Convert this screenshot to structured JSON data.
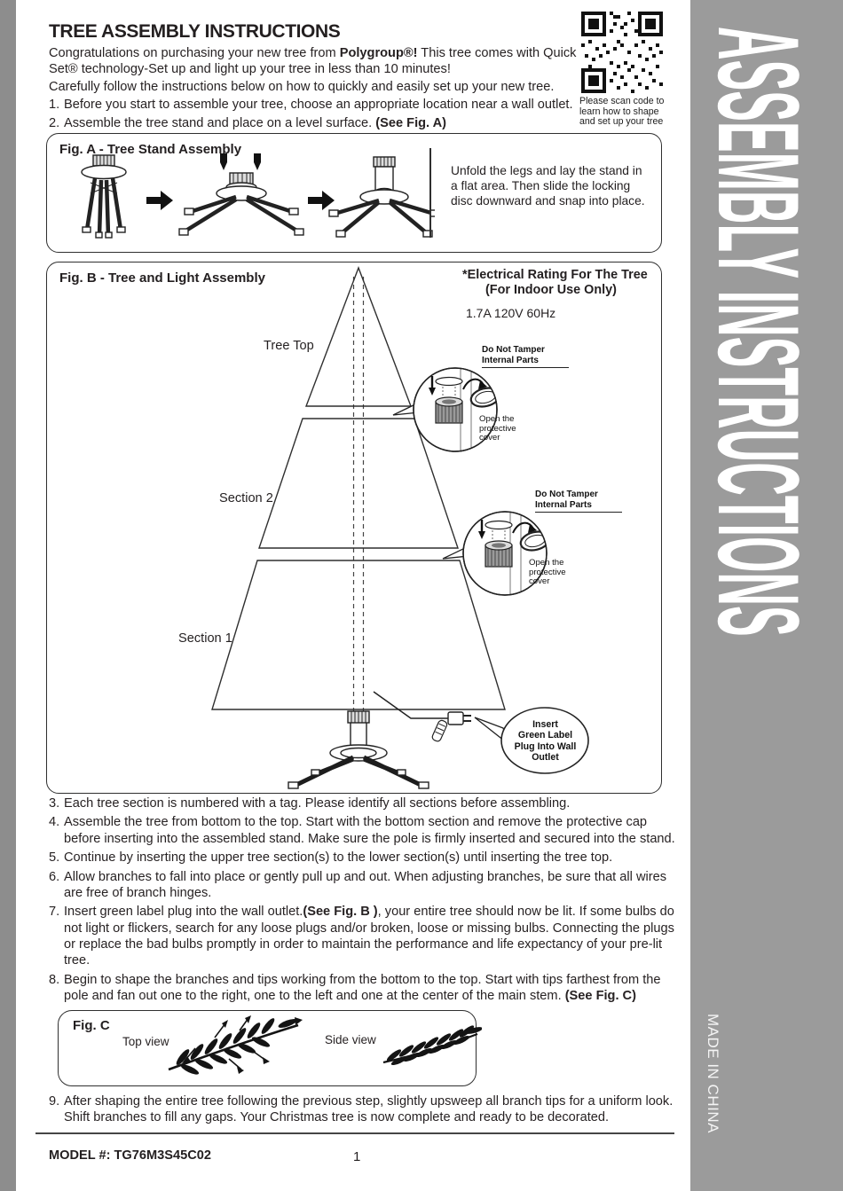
{
  "colors": {
    "sidebar_bg": "#9b9b9b",
    "left_strip_bg": "#8d8d8d",
    "text": "#272223"
  },
  "sidebar": {
    "title": "ASSEMBLY INSTRUCTIONS",
    "made_in": "MADE IN CHINA"
  },
  "header": {
    "title": "TREE ASSEMBLY INSTRUCTIONS",
    "intro1_segments": [
      {
        "t": "Congratulations on purchasing your new tree from ",
        "b": false
      },
      {
        "t": "Polygroup®!",
        "b": true
      },
      {
        "t": " This tree comes with Quick Set® technology-Set up and light up your tree in less than 10 minutes!",
        "b": false
      }
    ],
    "intro2": "Carefully follow the instructions below on how to quickly and easily set up your new tree."
  },
  "qr": {
    "caption": "Please scan code to learn how to shape and set up your tree"
  },
  "steps_top": [
    {
      "num": "1.",
      "segments": [
        {
          "t": "Before you start to assemble your tree, choose an appropriate location near a wall outlet.",
          "b": false
        }
      ]
    },
    {
      "num": "2.",
      "segments": [
        {
          "t": "Assemble the tree stand and place on a level surface.  ",
          "b": false
        },
        {
          "t": "(See Fig. A)",
          "b": true
        }
      ]
    }
  ],
  "fig_a": {
    "title": "Fig. A - Tree Stand Assembly",
    "description": "Unfold the legs and lay the stand in a flat area. Then slide the locking disc downward and snap into place."
  },
  "fig_b": {
    "title": "Fig. B - Tree and Light Assembly",
    "electrical_line1": "*Electrical Rating For The Tree",
    "electrical_line2": "(For Indoor Use Only)",
    "electrical_rating": "1.7A 120V 60Hz",
    "tree_top_label": "Tree Top",
    "section2_label": "Section 2",
    "section1_label": "Section 1",
    "tamper_line1": "Do Not Tamper",
    "tamper_line2": "Internal Parts",
    "open_cover": "Open the protective cover",
    "plug_callout_lines": [
      "Insert",
      "Green Label",
      "Plug Into Wall",
      "Outlet"
    ]
  },
  "steps_main": [
    {
      "num": "3.",
      "segments": [
        {
          "t": "Each tree section is numbered with a tag. Please identify all sections before assembling.",
          "b": false
        }
      ]
    },
    {
      "num": "4.",
      "segments": [
        {
          "t": "Assemble the tree from bottom to the top. Start with the bottom section and remove the protective cap before inserting into the assembled stand. Make sure the pole is firmly inserted and secured into the stand.",
          "b": false
        }
      ]
    },
    {
      "num": "5.",
      "segments": [
        {
          "t": "Continue by inserting the upper tree section(s) to the lower section(s) until inserting the tree top.",
          "b": false
        }
      ]
    },
    {
      "num": "6.",
      "segments": [
        {
          "t": "Allow branches to fall into place or gently pull up and out. When adjusting branches, be sure that all wires are free of branch hinges.",
          "b": false
        }
      ]
    },
    {
      "num": "7.",
      "segments": [
        {
          "t": "Insert green label plug into the wall outlet.",
          "b": false
        },
        {
          "t": "(See Fig. B )",
          "b": true
        },
        {
          "t": ", your entire tree should now be lit. If some bulbs do not light or flickers, search for any loose plugs and/or broken, loose or missing bulbs. Connecting the plugs or replace the bad bulbs promptly in order to maintain the performance and life expectancy of your pre-lit tree.",
          "b": false
        }
      ]
    },
    {
      "num": "8.",
      "segments": [
        {
          "t": "Begin to shape the branches and tips working from the bottom to the top. Start with tips farthest from the pole and fan out one to the right, one to the left and one at the center of the main stem. ",
          "b": false
        },
        {
          "t": "(See Fig. C)",
          "b": true
        }
      ]
    },
    {
      "num": "9.",
      "segments": [
        {
          "t": "After shaping the entire tree following the previous step, slightly upsweep all branch tips for a uniform look. Shift branches to fill any gaps. Your Christmas tree is now complete and ready to be decorated.",
          "b": false
        }
      ]
    }
  ],
  "fig_c": {
    "title": "Fig. C",
    "top_view": "Top view",
    "side_view": "Side view"
  },
  "footer": {
    "model": "MODEL #: TG76M3S45C02",
    "page": "1"
  }
}
